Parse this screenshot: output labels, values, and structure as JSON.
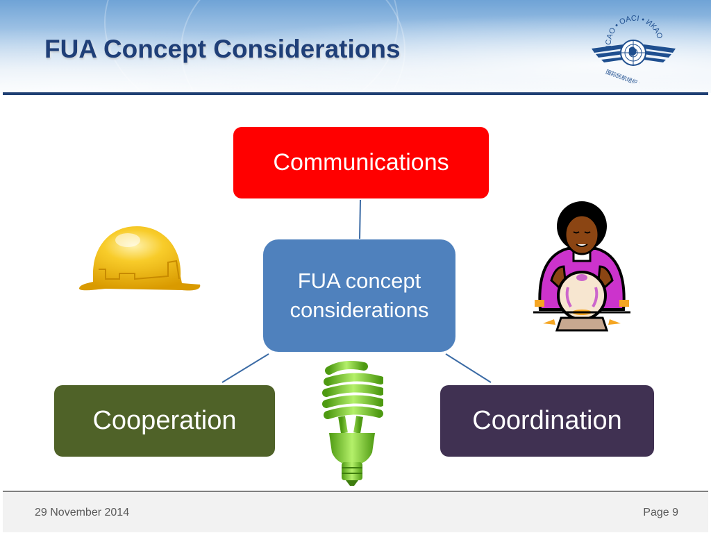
{
  "slide": {
    "title": "FUA Concept Considerations",
    "logo": {
      "icon": "icao-emblem-icon",
      "text_top": "ICAO • OACI • ИКАО",
      "text_bottom": "国际民航组织 • ايكاو"
    }
  },
  "diagram": {
    "center": {
      "line1": "FUA concept",
      "line2": "considerations",
      "color": "#4f81bd"
    },
    "nodes": [
      {
        "label": "Communications",
        "color": "#ff0000",
        "position": "top"
      },
      {
        "label": "Cooperation",
        "color": "#4f6228",
        "position": "bottom-left"
      },
      {
        "label": "Coordination",
        "color": "#403152",
        "position": "bottom-right"
      }
    ],
    "connector_color": "#3b6ba5"
  },
  "clipart": [
    {
      "name": "hard-hat-icon",
      "color": "#f5b800"
    },
    {
      "name": "fortune-teller-crystal-ball-icon",
      "color": "#cc33cc"
    },
    {
      "name": "cfl-light-bulb-icon",
      "color": "#6abf1f"
    }
  ],
  "footer": {
    "date": "29 November 2014",
    "page": "Page 9"
  }
}
